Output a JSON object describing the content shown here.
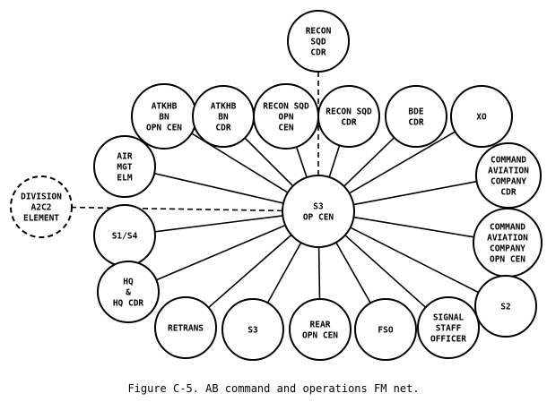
{
  "diagram": {
    "center": {
      "label": [
        "S3",
        "OP CEN"
      ]
    },
    "nodes": [
      {
        "id": "recon-sqd-cdr-top",
        "label": [
          "RECON",
          "SQD",
          "CDR"
        ],
        "link": "dashed"
      },
      {
        "id": "division-a2c2-element",
        "label": [
          "DIVISION",
          "A2C2",
          "ELEMENT"
        ],
        "link": "dashed",
        "outline": "dashed"
      },
      {
        "id": "atkhb-bn-opn-cen",
        "label": [
          "ATKHB",
          "BN",
          "OPN CEN"
        ],
        "link": "solid"
      },
      {
        "id": "atkhb-bn-cdr",
        "label": [
          "ATKHB",
          "BN",
          "CDR"
        ],
        "link": "solid"
      },
      {
        "id": "recon-sqd-opn-cen",
        "label": [
          "RECON SQD",
          "OPN",
          "CEN"
        ],
        "link": "solid"
      },
      {
        "id": "recon-sqd-cdr",
        "label": [
          "RECON SQD",
          "CDR"
        ],
        "link": "solid"
      },
      {
        "id": "bde-cdr",
        "label": [
          "BDE",
          "CDR"
        ],
        "link": "solid"
      },
      {
        "id": "xo",
        "label": [
          "XO"
        ],
        "link": "solid"
      },
      {
        "id": "air-mgt-elm",
        "label": [
          "AIR",
          "MGT",
          "ELM"
        ],
        "link": "solid"
      },
      {
        "id": "command-aviation-company-cdr",
        "label": [
          "COMMAND",
          "AVIATION",
          "COMPANY",
          "CDR"
        ],
        "link": "solid"
      },
      {
        "id": "s1-s4",
        "label": [
          "S1/S4"
        ],
        "link": "solid"
      },
      {
        "id": "command-aviation-company-opn-cen",
        "label": [
          "COMMAND",
          "AVIATION",
          "COMPANY",
          "OPN CEN"
        ],
        "link": "solid"
      },
      {
        "id": "hq-and-hq-cdr",
        "label": [
          "HQ",
          "&",
          "HQ CDR"
        ],
        "link": "solid"
      },
      {
        "id": "s2",
        "label": [
          "S2"
        ],
        "link": "solid"
      },
      {
        "id": "retrans",
        "label": [
          "RETRANS"
        ],
        "link": "solid"
      },
      {
        "id": "s3",
        "label": [
          "S3"
        ],
        "link": "solid"
      },
      {
        "id": "rear-opn-cen",
        "label": [
          "REAR",
          "OPN CEN"
        ],
        "link": "solid"
      },
      {
        "id": "fso",
        "label": [
          "FSO"
        ],
        "link": "solid"
      },
      {
        "id": "signal-staff-officer",
        "label": [
          "SIGNAL",
          "STAFF",
          "OFFICER"
        ],
        "link": "solid"
      }
    ]
  },
  "caption": "Figure C-5. AB command and operations FM net."
}
